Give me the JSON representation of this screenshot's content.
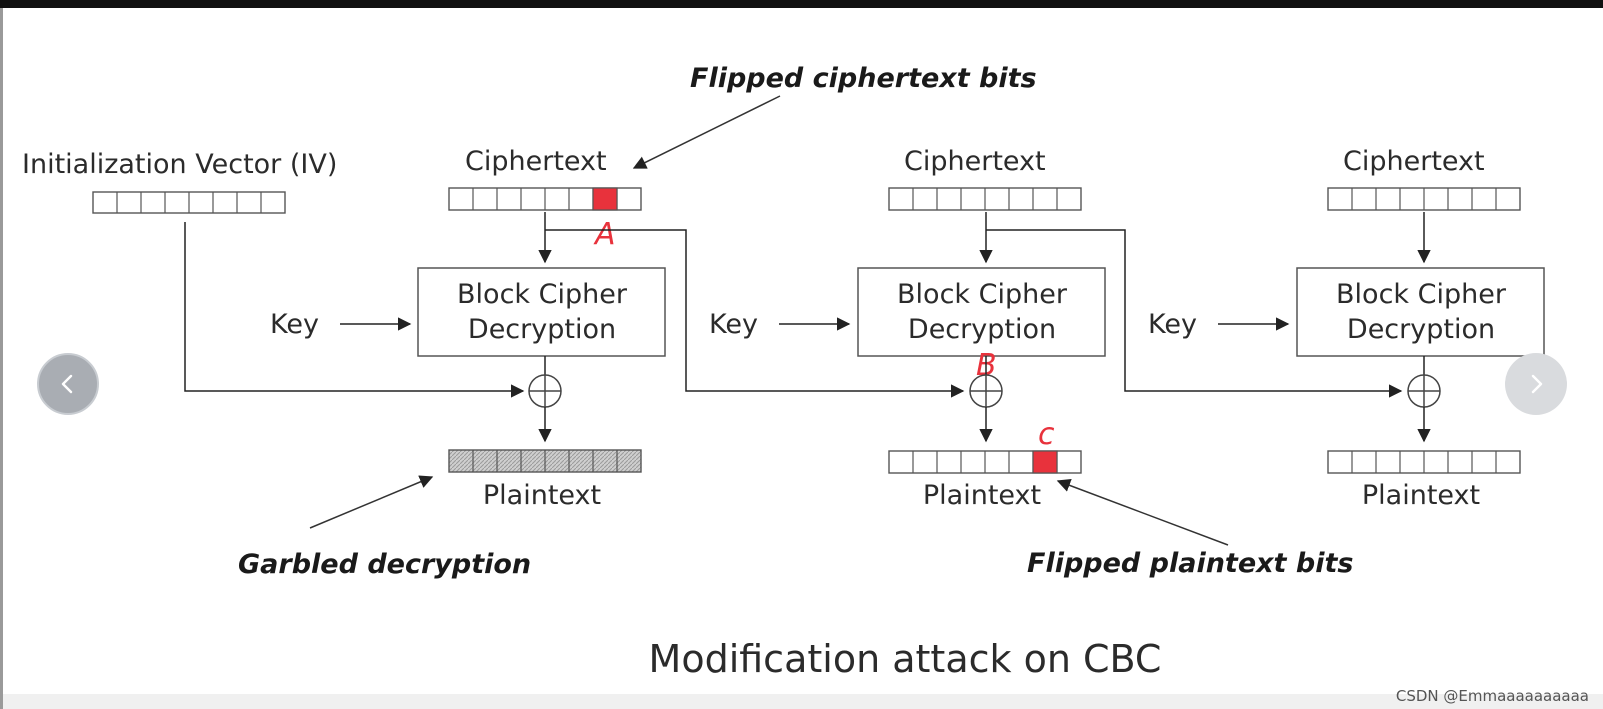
{
  "diagram": {
    "title_note": "Flipped ciphertext bits",
    "iv_label": "Initialization Vector (IV)",
    "blocks": [
      {
        "ciphertext_label": "Ciphertext",
        "cipher_box_line1": "Block Cipher",
        "cipher_box_line2": "Decryption",
        "key_label": "Key",
        "plaintext_label": "Plaintext"
      },
      {
        "ciphertext_label": "Ciphertext",
        "cipher_box_line1": "Block Cipher",
        "cipher_box_line2": "Decryption",
        "key_label": "Key",
        "plaintext_label": "Plaintext"
      },
      {
        "ciphertext_label": "Ciphertext",
        "cipher_box_line1": "Block Cipher",
        "cipher_box_line2": "Decryption",
        "key_label": "Key",
        "plaintext_label": "Plaintext"
      }
    ],
    "markers": {
      "a": "A",
      "b": "B",
      "c": "c"
    },
    "garbled_note": "Garbled decryption",
    "flipped_plaintext_note": "Flipped plaintext bits",
    "caption": "Modification attack on CBC",
    "highlight_color": "#e8323c"
  },
  "watermark": "CSDN @Emmaaaaaaaaaa",
  "nav": {
    "prev_icon": "chevron-left-icon",
    "next_icon": "chevron-right-icon"
  }
}
